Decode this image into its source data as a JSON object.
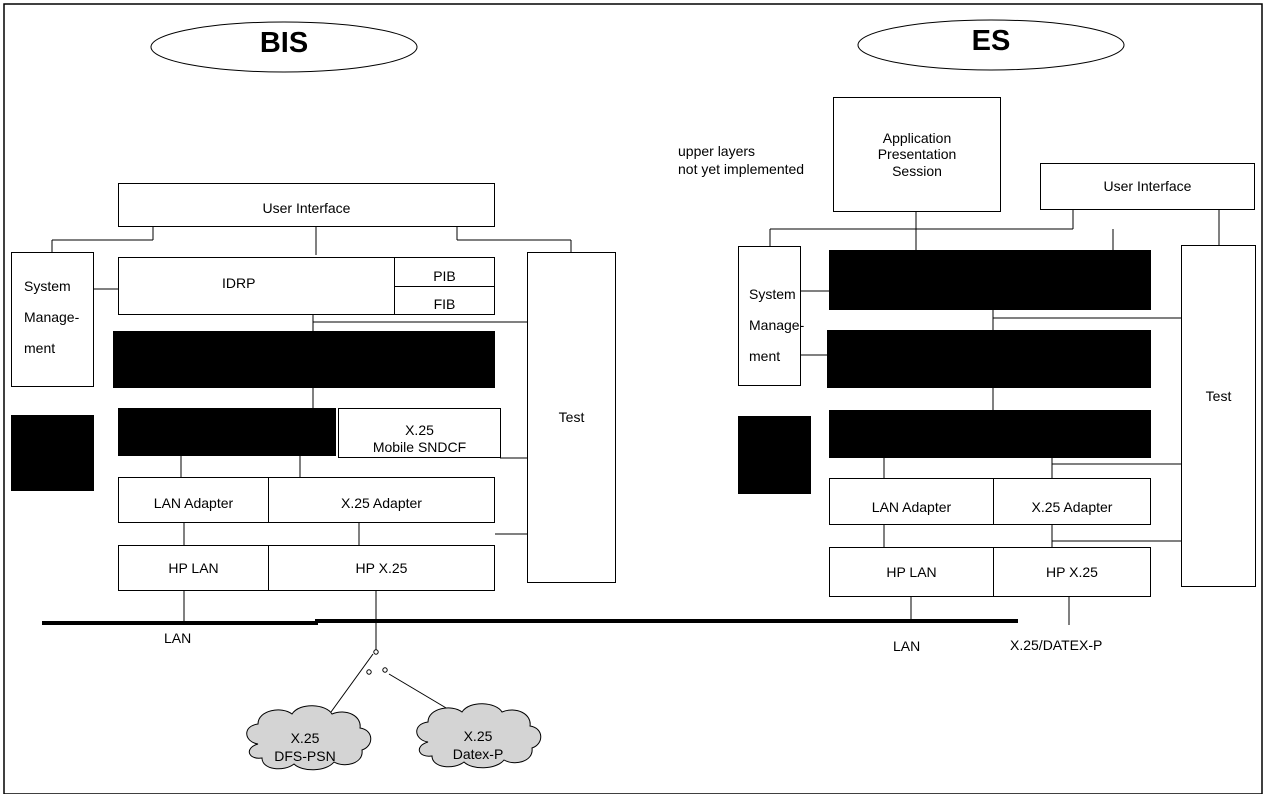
{
  "bis": {
    "title": "BIS",
    "user_interface": "User Interface",
    "system_management": [
      "System",
      "Manage-",
      "ment"
    ],
    "idrp": "IDRP",
    "pib": "PIB",
    "fib": "FIB",
    "x25_mobile_sndcf": [
      "X.25",
      "Mobile SNDCF"
    ],
    "test": "Test",
    "lan_adapter": "LAN Adapter",
    "x25_adapter": "X.25 Adapter",
    "hp_lan": "HP LAN",
    "hp_x25": "HP X.25",
    "lan_label": "LAN",
    "cloud_dfs": [
      "X.25",
      "DFS-PSN"
    ],
    "cloud_datex": [
      "X.25",
      "Datex-P"
    ]
  },
  "es": {
    "title": "ES",
    "upper_layers_note": [
      "upper layers",
      "not yet implemented"
    ],
    "application_box": [
      "Application",
      "Presentation",
      "Session"
    ],
    "user_interface": "User Interface",
    "system_management": [
      "System",
      "Manage-",
      "ment"
    ],
    "test": "Test",
    "lan_adapter": "LAN Adapter",
    "x25_adapter": "X.25 Adapter",
    "hp_lan": "HP LAN",
    "hp_x25": "HP X.25",
    "lan_label": "LAN",
    "x25_datex_label": "X.25/DATEX-P"
  }
}
